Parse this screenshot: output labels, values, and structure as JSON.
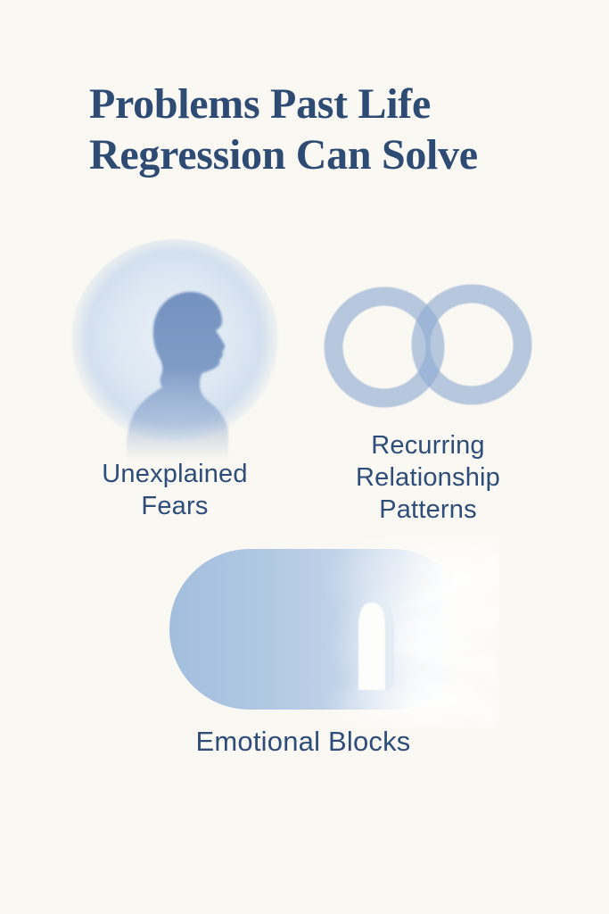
{
  "page": {
    "title_lines": [
      "Problems Past Life",
      "Regression Can Solve"
    ]
  },
  "items": [
    {
      "icon": "head-profile-halo-icon",
      "label": "Unexplained Fears",
      "label_lines": [
        "Unexplained",
        "Fears"
      ]
    },
    {
      "icon": "interlocking-rings-icon",
      "label": "Recurring Relationship Patterns",
      "label_lines": [
        "Recurring",
        "Relationship",
        "Patterns"
      ]
    },
    {
      "icon": "doorway-light-icon",
      "label": "Emotional Blocks",
      "label_lines": [
        "Emotional Blocks"
      ]
    }
  ],
  "theme": {
    "background": "#faf8f2",
    "title_color": "#2e4b74",
    "label_color": "#2e4d78",
    "halo_blue": "#d9e5f2",
    "silhouette_blue": "#7592bf",
    "ring_blue": "#8aa9d1",
    "pill_blue": "#a3bedd",
    "door_white": "#fdfdfb"
  }
}
